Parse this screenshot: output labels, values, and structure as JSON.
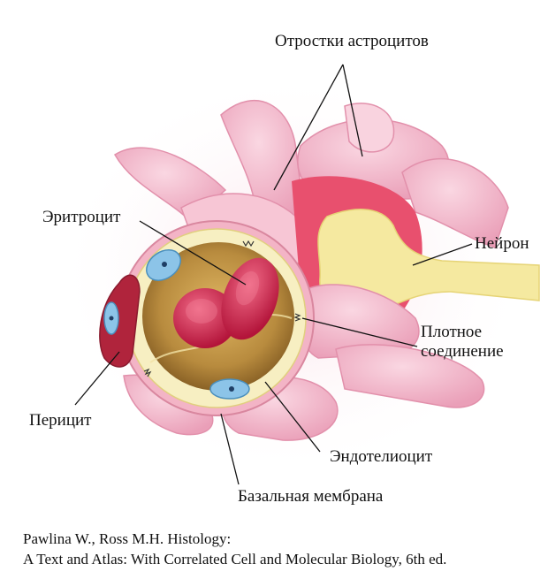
{
  "labels": {
    "astrocyte_processes": "Отростки астроцитов",
    "erythrocyte": "Эритроцит",
    "neuron": "Нейрон",
    "tight_junction": "Плотное соединение",
    "pericyte": "Перицит",
    "endotheliocyte": "Эндотелиоцит",
    "basement_membrane": "Базальная мембрана"
  },
  "citation": {
    "line1": "Pawlina W., Ross M.H. Histology:",
    "line2": "A Text and Atlas: With Correlated Cell and Molecular Biology, 6th ed."
  },
  "colors": {
    "astrocyte": "#f4bfd0",
    "astrocyte_shadow": "#e79ab5",
    "neuron": "#f5e9a0",
    "perivascular_red": "#e8506e",
    "endothelium": "#f7efc2",
    "lumen": "#b88b3e",
    "erythrocyte": "#d7264d",
    "nucleus": "#8cc4e8",
    "pericyte": "#b0243c"
  }
}
